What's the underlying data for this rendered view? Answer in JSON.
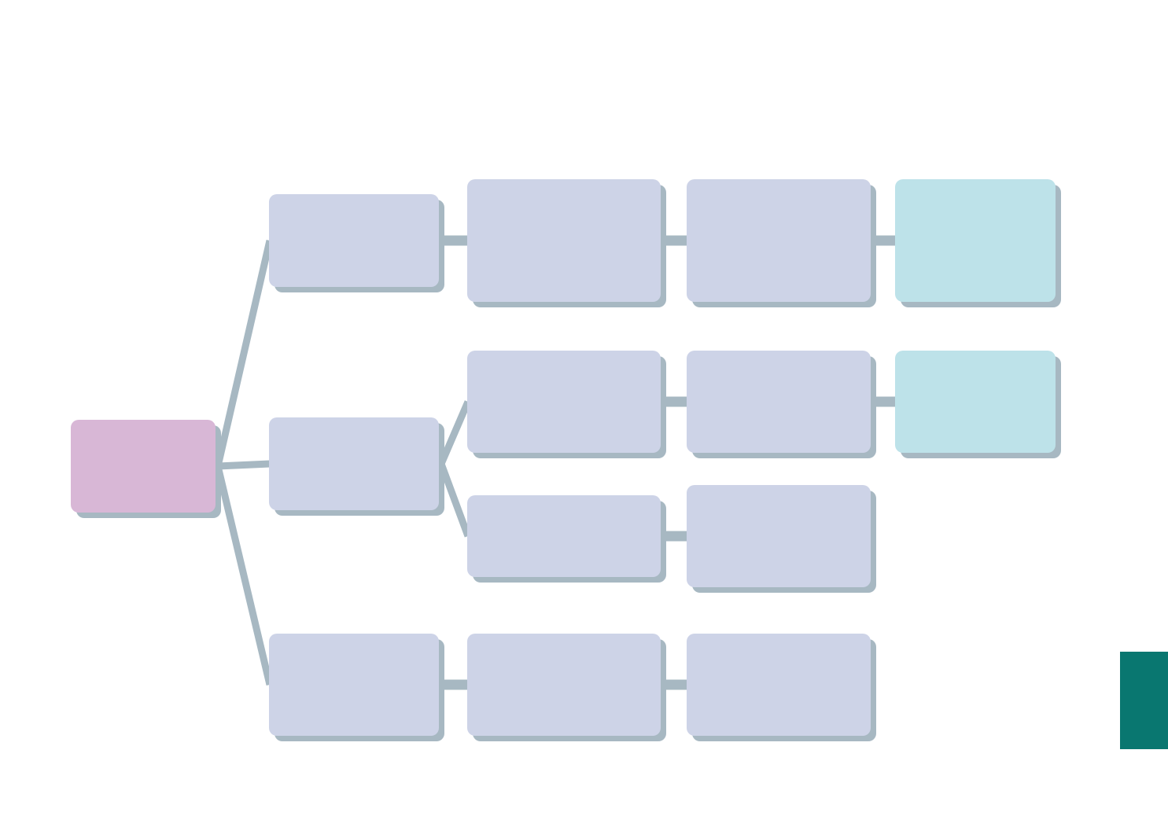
{
  "colors": {
    "background": "#ffffff",
    "connector": "#a7b8c2",
    "shadow": "#a7b8c2",
    "root_fill": "#d8b7d6",
    "node_fill": "#cdd3e7",
    "leaf_fill": "#bde2e9",
    "accent": "#097770"
  },
  "nodes": [
    {
      "id": "root",
      "kind": "root",
      "label": ""
    },
    {
      "id": "b1",
      "kind": "branch",
      "label": ""
    },
    {
      "id": "b2",
      "kind": "branch",
      "label": ""
    },
    {
      "id": "b3",
      "kind": "branch",
      "label": ""
    },
    {
      "id": "b1-1",
      "kind": "branch",
      "label": ""
    },
    {
      "id": "b1-2",
      "kind": "branch",
      "label": ""
    },
    {
      "id": "b1-3",
      "kind": "leaf",
      "label": ""
    },
    {
      "id": "b2-1",
      "kind": "branch",
      "label": ""
    },
    {
      "id": "b2-2",
      "kind": "branch",
      "label": ""
    },
    {
      "id": "b2-3",
      "kind": "leaf",
      "label": ""
    },
    {
      "id": "b2-4",
      "kind": "branch",
      "label": ""
    },
    {
      "id": "b2-5",
      "kind": "branch",
      "label": ""
    },
    {
      "id": "b3-1",
      "kind": "branch",
      "label": ""
    },
    {
      "id": "b3-2",
      "kind": "branch",
      "label": ""
    }
  ],
  "edges": [
    [
      "root",
      "b1"
    ],
    [
      "root",
      "b2"
    ],
    [
      "root",
      "b3"
    ],
    [
      "b1",
      "b1-1"
    ],
    [
      "b1-1",
      "b1-2"
    ],
    [
      "b1-2",
      "b1-3"
    ],
    [
      "b2",
      "b2-1"
    ],
    [
      "b2-1",
      "b2-2"
    ],
    [
      "b2-2",
      "b2-3"
    ],
    [
      "b2",
      "b2-4"
    ],
    [
      "b2-4",
      "b2-5"
    ],
    [
      "b3",
      "b3-1"
    ],
    [
      "b3-1",
      "b3-2"
    ]
  ]
}
